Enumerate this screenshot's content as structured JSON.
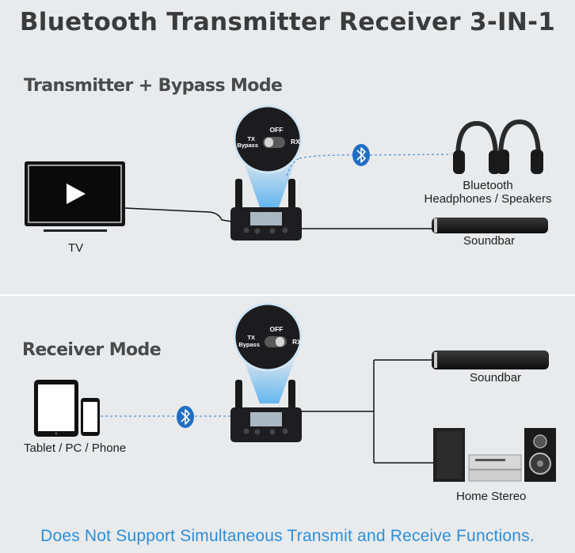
{
  "title": "Bluetooth Transmitter Receiver 3-IN-1",
  "sections": [
    {
      "heading": "Transmitter + Bypass Mode",
      "switch": {
        "left_label_1": "TX",
        "left_label_2": "Bypass",
        "top_label": "OFF",
        "right_label": "RX"
      },
      "labels": {
        "source": "TV",
        "bt_line1": "Bluetooth",
        "bt_line2": "Headphones / Speakers",
        "wired": "Soundbar"
      }
    },
    {
      "heading": "Receiver Mode",
      "switch": {
        "left_label_1": "TX",
        "left_label_2": "Bypass",
        "top_label": "OFF",
        "right_label": "RX"
      },
      "labels": {
        "source": "Tablet / PC / Phone",
        "out1": "Soundbar",
        "out2": "Home Stereo"
      }
    }
  ],
  "footer": "Does Not Support Simultaneous Transmit and Receive Functions.",
  "colors": {
    "bluetooth": "#1f6fc4",
    "footer": "#2b8fd8",
    "device": "#1c1c1e",
    "beam": "#5db4f0"
  },
  "icons": [
    "bluetooth-icon",
    "play-icon",
    "headphones-icon",
    "speaker-icon"
  ]
}
